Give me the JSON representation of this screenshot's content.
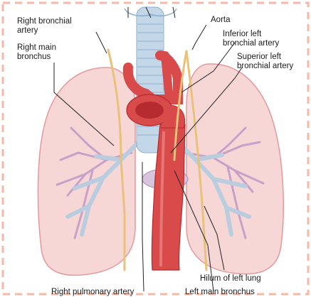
{
  "figure": {
    "colors": {
      "border_dash": "#f6b9a8",
      "lung_fill": "#f7d6d6",
      "lung_edge": "#e39a9e",
      "artery_red": "#d94a4a",
      "artery_dark": "#b52b2f",
      "vessel_purple": "#c9a0c8",
      "bronchi_blue": "#b9cddf",
      "nerve_yellow": "#e8c17a",
      "leader_line": "#222222"
    },
    "labels": {
      "right_bronchial_artery": "Right bronchial artery",
      "right_bronchial_artery_l1": "Right bronchial",
      "right_bronchial_artery_l2": "artery",
      "right_main_bronchus_l1": "Right main",
      "right_main_bronchus_l2": "bronchus",
      "aorta": "Aorta",
      "inferior_left_bronchial_artery_l1": "Inferior left",
      "inferior_left_bronchial_artery_l2": "bronchial artery",
      "superior_left_bronchial_artery_l1": "Superior left",
      "superior_left_bronchial_artery_l2": "bronchial artery",
      "hilum_of_left_lung": "Hilum of left lung",
      "right_pulmonary_artery": "Right pulmonary artery",
      "left_main_bronchus": "Left main bronchus"
    }
  }
}
